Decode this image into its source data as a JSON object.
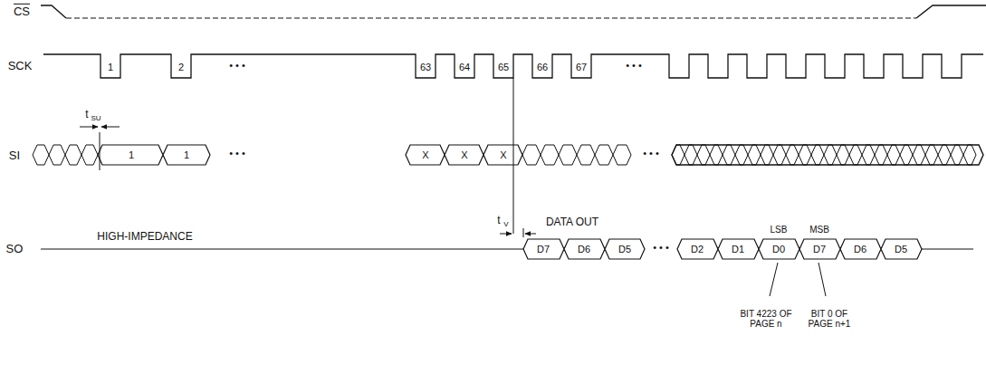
{
  "diagram": {
    "labels": [
      "CS",
      "SCK",
      "SI",
      "SO",
      "1",
      "2",
      "• • •",
      "63",
      "64",
      "65",
      "66",
      "67",
      "• • •",
      "t",
      "SU",
      "1",
      "1",
      "• • •",
      "X",
      "X",
      "X",
      "• • •",
      "t",
      "V",
      "HIGH-IMPEDANCE",
      "DATA OUT",
      "D7",
      "D6",
      "D5",
      "• • •",
      "D2",
      "D1",
      "D0",
      "D7",
      "D6",
      "D5",
      "LSB",
      "MSB",
      "BIT 4223 OF PAGE n",
      "BIT 0 OF PAGE n+1"
    ]
  }
}
